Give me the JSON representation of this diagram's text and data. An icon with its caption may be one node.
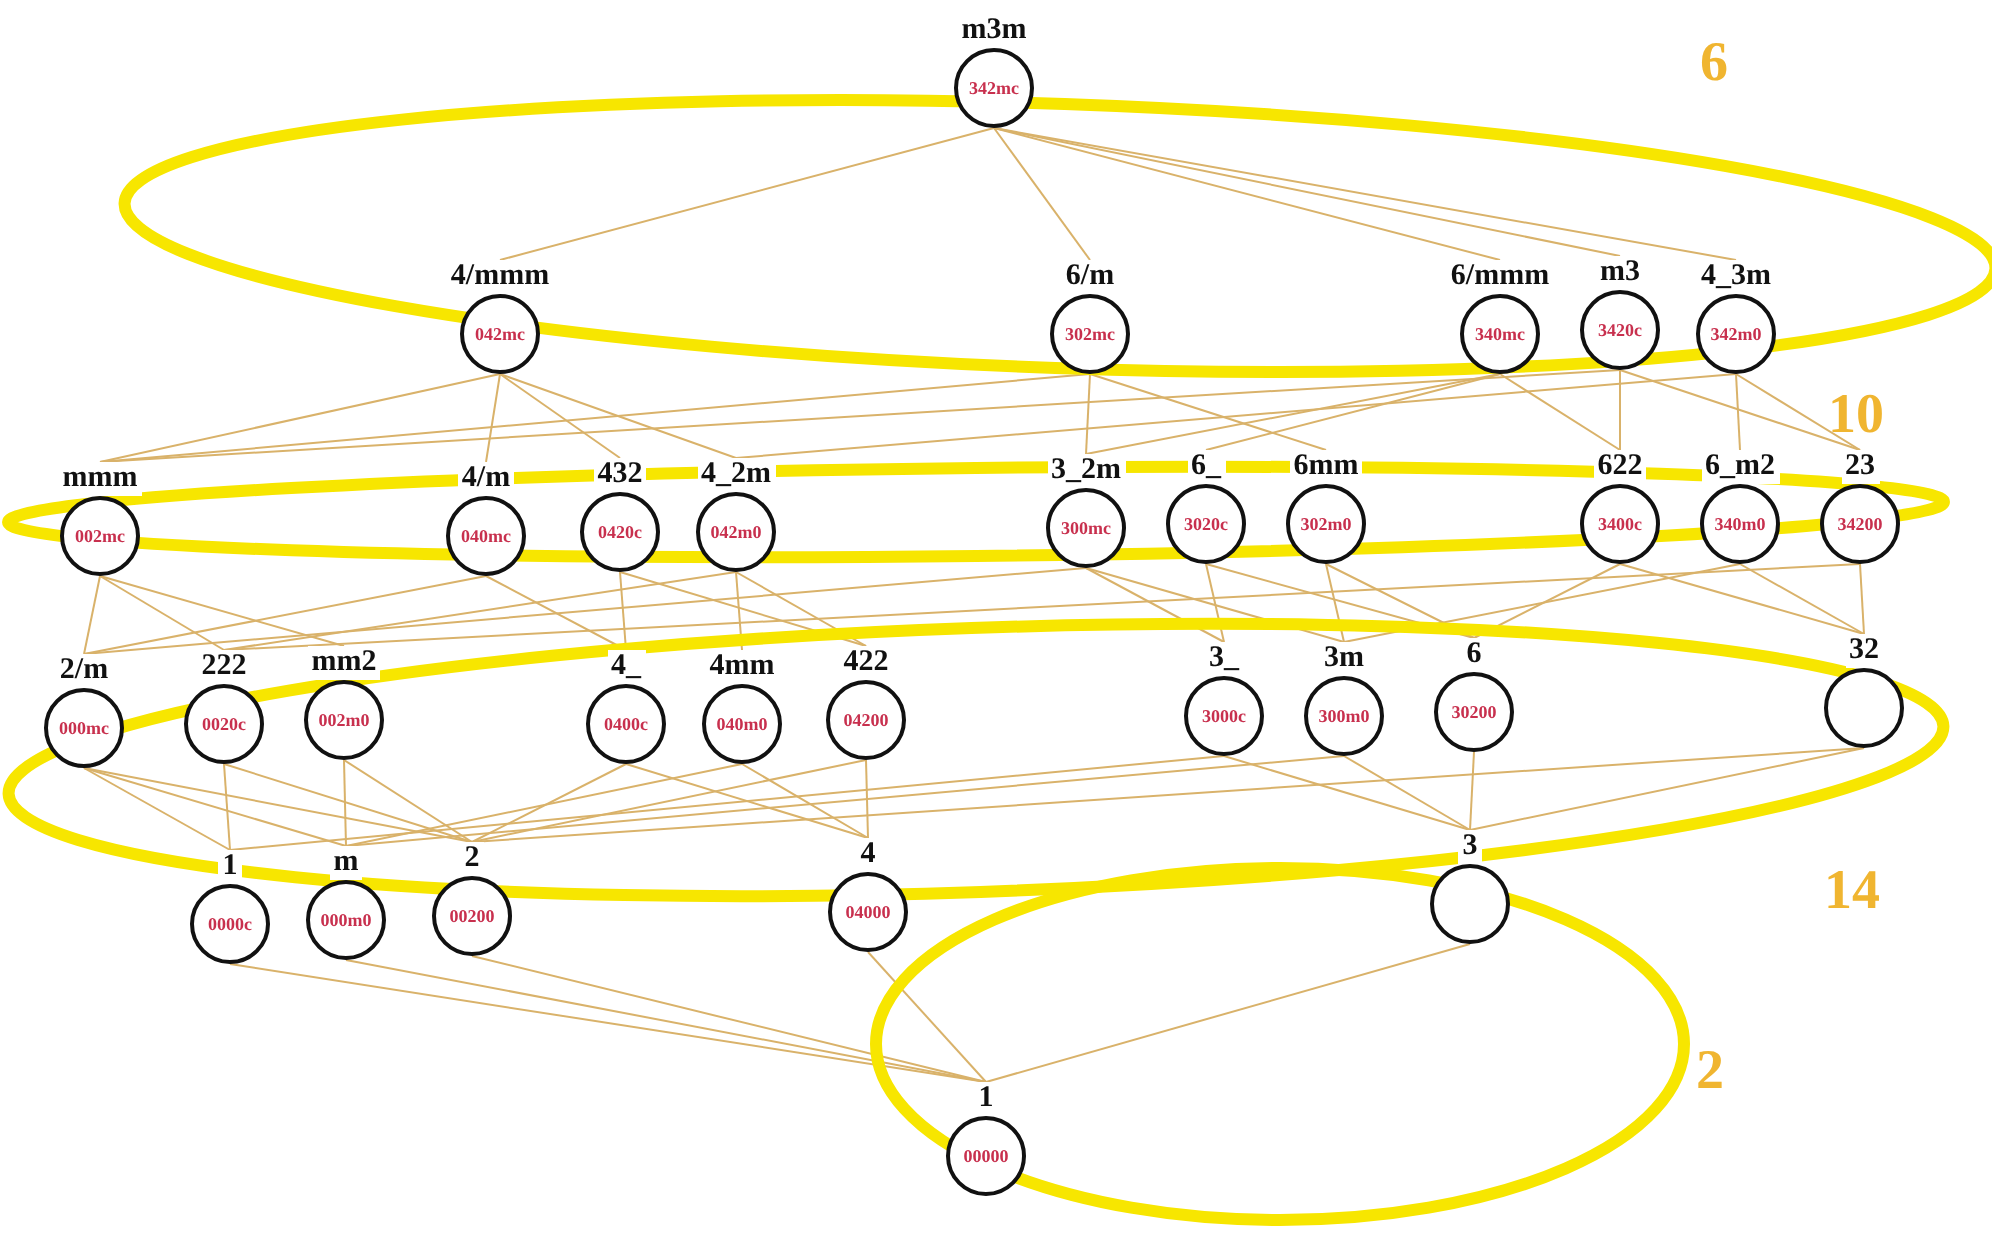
{
  "diagram": {
    "nodes": [
      {
        "text": [
          "m3m",
          "342mc"
        ]
      },
      {
        "text": [
          "4/mmm",
          "042mc"
        ]
      },
      {
        "text": [
          "6/m",
          "302mc"
        ]
      },
      {
        "text": [
          "6/mmm",
          "340mc"
        ]
      },
      {
        "text": [
          "m3",
          "3420c"
        ]
      },
      {
        "text": [
          "4_3m",
          "342m0"
        ]
      },
      {
        "text": [
          "mmm",
          "002mc"
        ]
      },
      {
        "text": [
          "4/m",
          "040mc"
        ]
      },
      {
        "text": [
          "432",
          "0420c"
        ]
      },
      {
        "text": [
          "4_2m",
          "042m0"
        ]
      },
      {
        "text": [
          "3_2m",
          "300mc"
        ]
      },
      {
        "text": [
          "6_",
          "3020c"
        ]
      },
      {
        "text": [
          "6mm",
          "302m0"
        ]
      },
      {
        "text": [
          "622",
          "3400c"
        ]
      },
      {
        "text": [
          "6_m2",
          "340m0"
        ]
      },
      {
        "text": [
          "23",
          "34200"
        ]
      },
      {
        "text": [
          "2/m",
          "000mc"
        ]
      },
      {
        "text": [
          "222",
          "0020c"
        ]
      },
      {
        "text": [
          "mm2",
          "002m0"
        ]
      },
      {
        "text": [
          "4_",
          "0400c"
        ]
      },
      {
        "text": [
          "4mm",
          "040m0"
        ]
      },
      {
        "text": [
          "422",
          "04200"
        ]
      },
      {
        "text": [
          "3_",
          "3000c"
        ]
      },
      {
        "text": [
          "3m",
          "300m0"
        ]
      },
      {
        "text": [
          "6",
          "30200"
        ]
      },
      {
        "text": [
          "32"
        ]
      },
      {
        "text": [
          "1",
          "0000c"
        ]
      },
      {
        "text": [
          "m",
          "000m0"
        ]
      },
      {
        "text": [
          "2",
          "00200"
        ]
      },
      {
        "text": [
          "4",
          "04000"
        ]
      },
      {
        "text": [
          "3"
        ]
      },
      {
        "text": [
          "1",
          "00000"
        ]
      }
    ],
    "edges": [
      {
        "from": 0,
        "to": 1,
        "arrow": "none"
      },
      {
        "from": 0,
        "to": 2,
        "arrow": "none"
      },
      {
        "from": 0,
        "to": 3,
        "arrow": "none"
      },
      {
        "from": 0,
        "to": 4,
        "arrow": "none"
      },
      {
        "from": 0,
        "to": 5,
        "arrow": "none"
      },
      {
        "from": 1,
        "to": 6,
        "arrow": "none"
      },
      {
        "from": 1,
        "to": 7,
        "arrow": "none"
      },
      {
        "from": 1,
        "to": 8,
        "arrow": "none"
      },
      {
        "from": 1,
        "to": 9,
        "arrow": "none"
      },
      {
        "from": 2,
        "to": 10,
        "arrow": "none"
      },
      {
        "from": 2,
        "to": 12,
        "arrow": "none"
      },
      {
        "from": 2,
        "to": 6,
        "arrow": "none"
      },
      {
        "from": 3,
        "to": 11,
        "arrow": "none"
      },
      {
        "from": 3,
        "to": 13,
        "arrow": "none"
      },
      {
        "from": 3,
        "to": 10,
        "arrow": "none"
      },
      {
        "from": 4,
        "to": 13,
        "arrow": "none"
      },
      {
        "from": 4,
        "to": 15,
        "arrow": "none"
      },
      {
        "from": 4,
        "to": 6,
        "arrow": "none"
      },
      {
        "from": 5,
        "to": 14,
        "arrow": "none"
      },
      {
        "from": 5,
        "to": 15,
        "arrow": "none"
      },
      {
        "from": 5,
        "to": 9,
        "arrow": "none"
      },
      {
        "from": 6,
        "to": 16,
        "arrow": "none"
      },
      {
        "from": 6,
        "to": 17,
        "arrow": "none"
      },
      {
        "from": 6,
        "to": 18,
        "arrow": "none"
      },
      {
        "from": 7,
        "to": 16,
        "arrow": "none"
      },
      {
        "from": 7,
        "to": 19,
        "arrow": "none"
      },
      {
        "from": 8,
        "to": 19,
        "arrow": "none"
      },
      {
        "from": 8,
        "to": 21,
        "arrow": "none"
      },
      {
        "from": 9,
        "to": 20,
        "arrow": "none"
      },
      {
        "from": 9,
        "to": 21,
        "arrow": "none"
      },
      {
        "from": 9,
        "to": 17,
        "arrow": "none"
      },
      {
        "from": 10,
        "to": 22,
        "arrow": "none"
      },
      {
        "from": 10,
        "to": 23,
        "arrow": "none"
      },
      {
        "from": 10,
        "to": 16,
        "arrow": "none"
      },
      {
        "from": 11,
        "to": 22,
        "arrow": "none"
      },
      {
        "from": 11,
        "to": 24,
        "arrow": "none"
      },
      {
        "from": 12,
        "to": 23,
        "arrow": "none"
      },
      {
        "from": 12,
        "to": 24,
        "arrow": "none"
      },
      {
        "from": 13,
        "to": 24,
        "arrow": "none"
      },
      {
        "from": 13,
        "to": 25,
        "arrow": "none"
      },
      {
        "from": 14,
        "to": 23,
        "arrow": "none"
      },
      {
        "from": 14,
        "to": 25,
        "arrow": "none"
      },
      {
        "from": 15,
        "to": 25,
        "arrow": "none"
      },
      {
        "from": 15,
        "to": 17,
        "arrow": "none"
      },
      {
        "from": 16,
        "to": 26,
        "arrow": "none"
      },
      {
        "from": 16,
        "to": 27,
        "arrow": "none"
      },
      {
        "from": 16,
        "to": 28,
        "arrow": "none"
      },
      {
        "from": 17,
        "to": 26,
        "arrow": "none"
      },
      {
        "from": 17,
        "to": 28,
        "arrow": "none"
      },
      {
        "from": 18,
        "to": 27,
        "arrow": "none"
      },
      {
        "from": 18,
        "to": 28,
        "arrow": "none"
      },
      {
        "from": 19,
        "to": 29,
        "arrow": "none"
      },
      {
        "from": 19,
        "to": 28,
        "arrow": "none"
      },
      {
        "from": 20,
        "to": 29,
        "arrow": "none"
      },
      {
        "from": 20,
        "to": 27,
        "arrow": "none"
      },
      {
        "from": 21,
        "to": 29,
        "arrow": "none"
      },
      {
        "from": 21,
        "to": 28,
        "arrow": "none"
      },
      {
        "from": 22,
        "to": 26,
        "arrow": "none"
      },
      {
        "from": 22,
        "to": 30,
        "arrow": "none"
      },
      {
        "from": 23,
        "to": 30,
        "arrow": "none"
      },
      {
        "from": 23,
        "to": 27,
        "arrow": "none"
      },
      {
        "from": 24,
        "to": 30,
        "arrow": "none"
      },
      {
        "from": 25,
        "to": 30,
        "arrow": "none"
      },
      {
        "from": 25,
        "to": 28,
        "arrow": "none"
      },
      {
        "from": 26,
        "to": 31,
        "arrow": "none"
      },
      {
        "from": 27,
        "to": 31,
        "arrow": "none"
      },
      {
        "from": 28,
        "to": 31,
        "arrow": "none"
      },
      {
        "from": 29,
        "to": 31,
        "arrow": "none"
      },
      {
        "from": 30,
        "to": 31,
        "arrow": "none"
      }
    ],
    "labels": [
      "6",
      "10",
      "14",
      "2"
    ]
  }
}
